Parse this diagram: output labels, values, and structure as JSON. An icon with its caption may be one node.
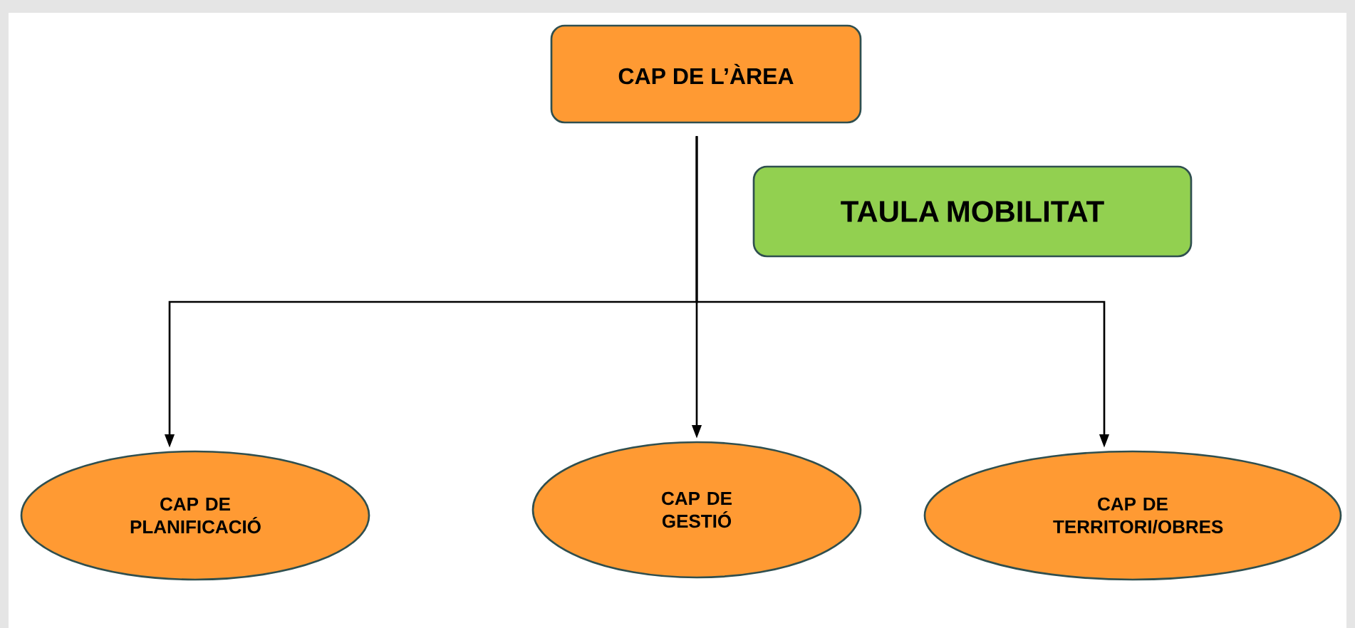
{
  "diagram": {
    "nodes": [
      {
        "text": [
          "CAP DE L’ÀREA"
        ]
      },
      {
        "text": [
          "TAULA MOBILITAT"
        ]
      },
      {
        "text": [
          "CAP DE PLANIFICACIÓ"
        ]
      },
      {
        "text": [
          "CAP DE GESTIÓ"
        ]
      },
      {
        "text": [
          "CAP DE TERRITORI/OBRES"
        ]
      }
    ],
    "edges": [
      {
        "from": 0,
        "to": 2,
        "arrow": "to"
      },
      {
        "from": 0,
        "to": 3,
        "arrow": "to"
      },
      {
        "from": 0,
        "to": 4,
        "arrow": "to"
      }
    ]
  }
}
